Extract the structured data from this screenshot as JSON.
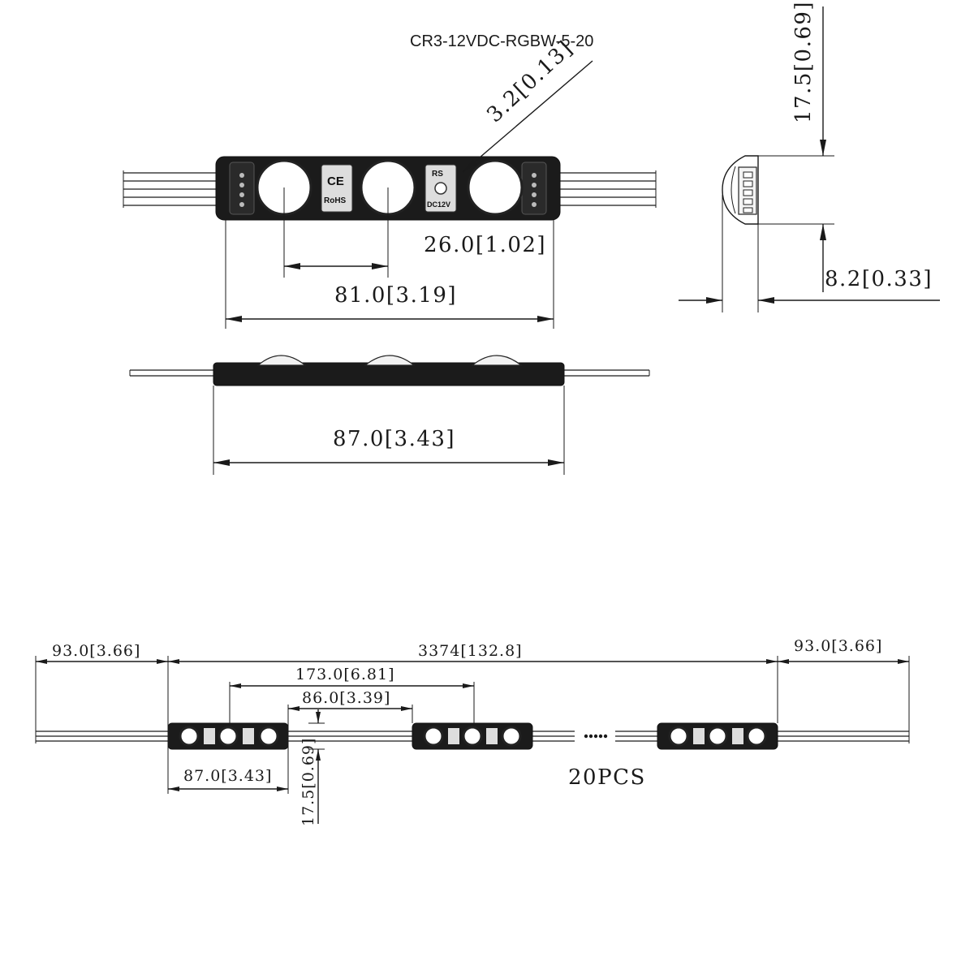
{
  "model_label": "CR3-12VDC-RGBW-5-20",
  "top_view": {
    "lens_diameter_label": "3.2[0.13]",
    "lens_pitch_label": "26.0[1.02]",
    "body_length_label": "81.0[3.19]",
    "ce_mark": "CE",
    "rohs_mark": "RoHS",
    "rs_mark": "RS",
    "voltage_mark": "DC12V"
  },
  "side_view": {
    "overall_length_label": "87.0[3.43]"
  },
  "end_view": {
    "height_label": "17.5[0.69]",
    "depth_label": "8.2[0.33]"
  },
  "string_view": {
    "lead_left_label": "93.0[3.66]",
    "total_length_label": "3374[132.8]",
    "lead_right_label": "93.0[3.66]",
    "module_pitch_label": "173.0[6.81]",
    "module_gap_label": "86.0[3.39]",
    "module_length_label": "87.0[3.43]",
    "module_height_label": "17.5[0.69]",
    "count_label": "20PCS"
  }
}
